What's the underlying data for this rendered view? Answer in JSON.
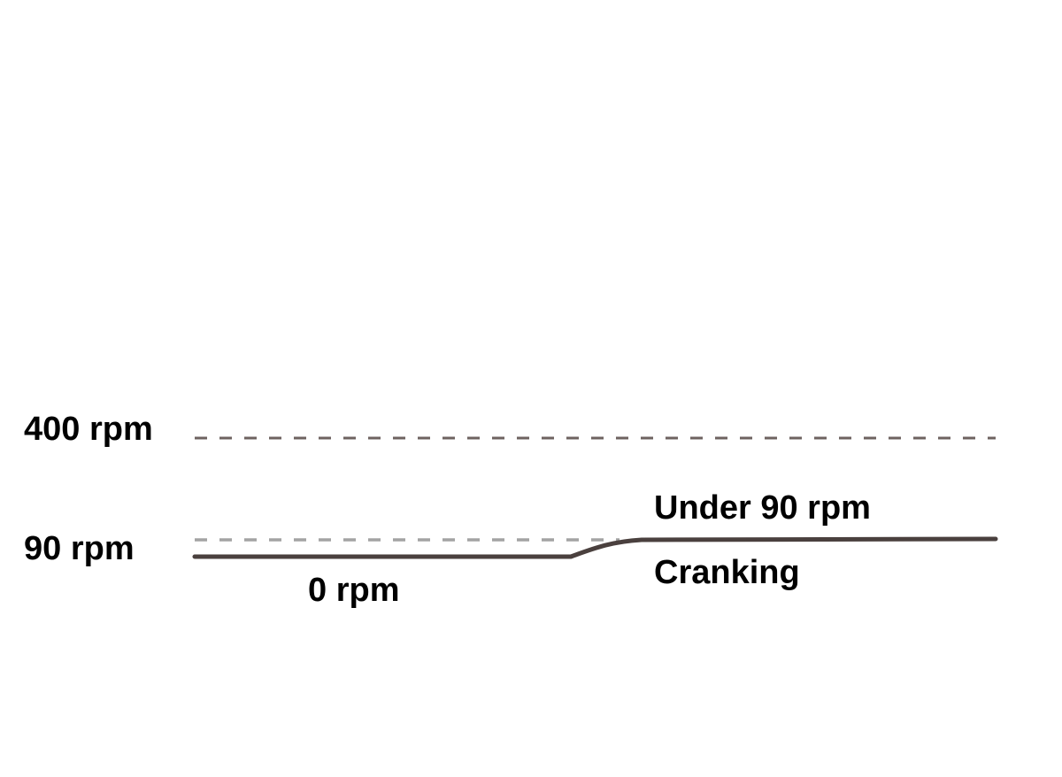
{
  "labels": {
    "upper_level": "400 rpm",
    "lower_level": "90 rpm",
    "start_state": "0 rpm",
    "end_state_upper": "Under 90 rpm",
    "end_state_lower": "Cranking"
  },
  "colors": {
    "upper_dash": "#6e6360",
    "lower_dash": "#a3a3a3",
    "curve": "#4a403e",
    "text": "#000000"
  }
}
